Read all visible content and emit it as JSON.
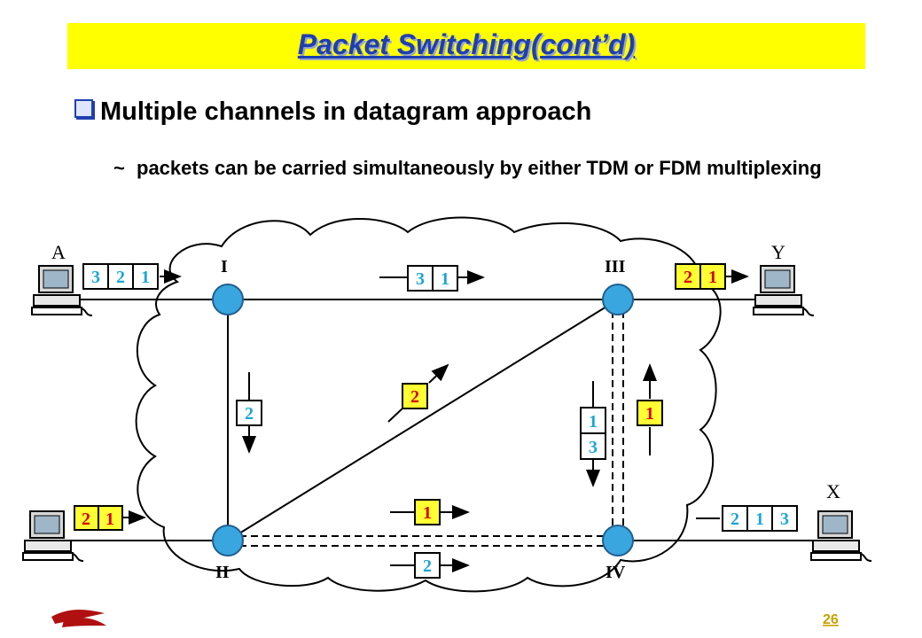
{
  "slide": {
    "title": "Packet Switching(cont’d)",
    "bullet": "Multiple channels in datagram approach",
    "sub_bullet_marker": "~",
    "sub_bullet": "packets can be carried simultaneously by either TDM or FDM multiplexing",
    "page_number": "26"
  },
  "diagram": {
    "stations": {
      "a": "A",
      "y": "Y",
      "x": "X"
    },
    "nodes": {
      "n1": "I",
      "n2": "II",
      "n3": "III",
      "n4": "IV"
    },
    "packets": {
      "a_out": [
        "3",
        "2",
        "1"
      ],
      "b_out": [
        "2",
        "1"
      ],
      "i_to_iii": [
        "3",
        "1"
      ],
      "iii_to_y": [
        "2",
        "1"
      ],
      "iv_to_x": [
        "2",
        "1",
        "3"
      ],
      "i_to_ii": [
        "2"
      ],
      "ii_to_iii_diag": [
        "2"
      ],
      "iii_to_iv": [
        "1",
        "3"
      ],
      "iv_to_iii": [
        "1"
      ],
      "ii_to_iv_top": [
        "1"
      ],
      "ii_to_iv_bottom": [
        "2"
      ]
    },
    "colors": {
      "yellow_packet": "#ffff33",
      "white_packet": "#ffffff",
      "node": "#3aa6e0",
      "cyan_text": "#1aa6d8",
      "red_text": "#d40000"
    }
  }
}
